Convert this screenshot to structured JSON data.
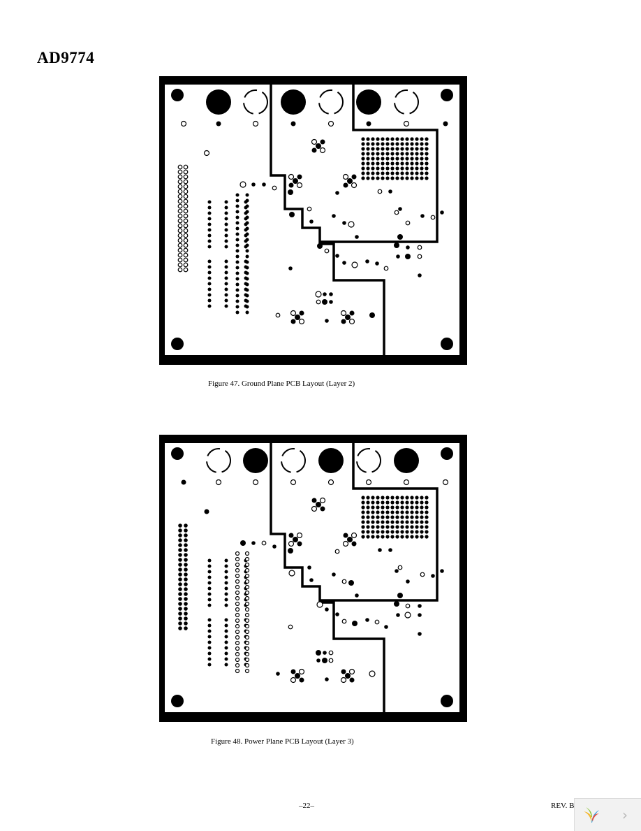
{
  "header": {
    "title": "AD9774"
  },
  "figures": [
    {
      "caption": "Figure 47. Ground Plane PCB Layout (Layer 2)"
    },
    {
      "caption": "Figure 48. Power Plane PCB Layout (Layer 3)"
    }
  ],
  "footer": {
    "page_number": "–22–",
    "revision": "REV. B"
  },
  "viewer": {
    "next_symbol": "›",
    "logo_icon": "viewer-logo-icon"
  }
}
